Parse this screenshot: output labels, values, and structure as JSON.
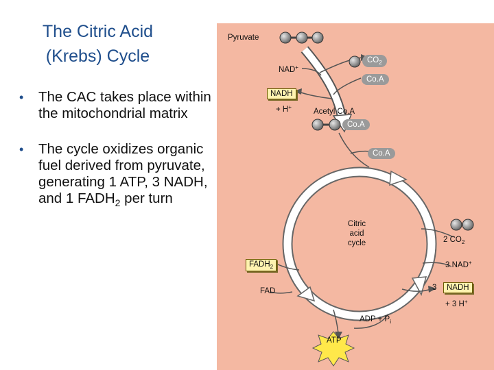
{
  "slide": {
    "title_line1": "The Citric Acid",
    "title_line2": "(Krebs) Cycle",
    "bullet1": "The CAC takes place within the mitochondrial matrix",
    "bullet2_pre": "The cycle oxidizes organic fuel derived from pyruvate, generating 1 ATP, 3 NADH, and 1 FADH",
    "bullet2_sub": "2",
    "bullet2_post": " per turn"
  },
  "diagram": {
    "pyruvate": "Pyruvate",
    "co2_top": "CO",
    "co2_top_sub": "2",
    "nad_top": "NAD",
    "nad_top_sup": "+",
    "coa_top": "Co.A",
    "nadh_top": "NADH",
    "h_top": "+ H",
    "h_top_sup": "+",
    "acetyl_coa": "Acetyl Co.A",
    "coa_acetyl": "Co.A",
    "coa_cycle": "Co.A",
    "cycle_label": "Citric acid cycle",
    "co2_right": "2 CO",
    "co2_right_sub": "2",
    "nad_right": "3 NAD",
    "nad_right_sup": "+",
    "nadh_count": "3",
    "nadh_right": "NADH",
    "h_right": "+ 3 H",
    "h_right_sup": "+",
    "fadh2": "FADH",
    "fadh2_sub": "2",
    "fad": "FAD",
    "adp_pi": "ADP + P",
    "pi_sub": "i",
    "atp": "ATP"
  },
  "colors": {
    "panel": "#f4b8a2",
    "title": "#1f4e8c",
    "molecule": "#8f8f8f",
    "label_box": "#fff3b0"
  }
}
